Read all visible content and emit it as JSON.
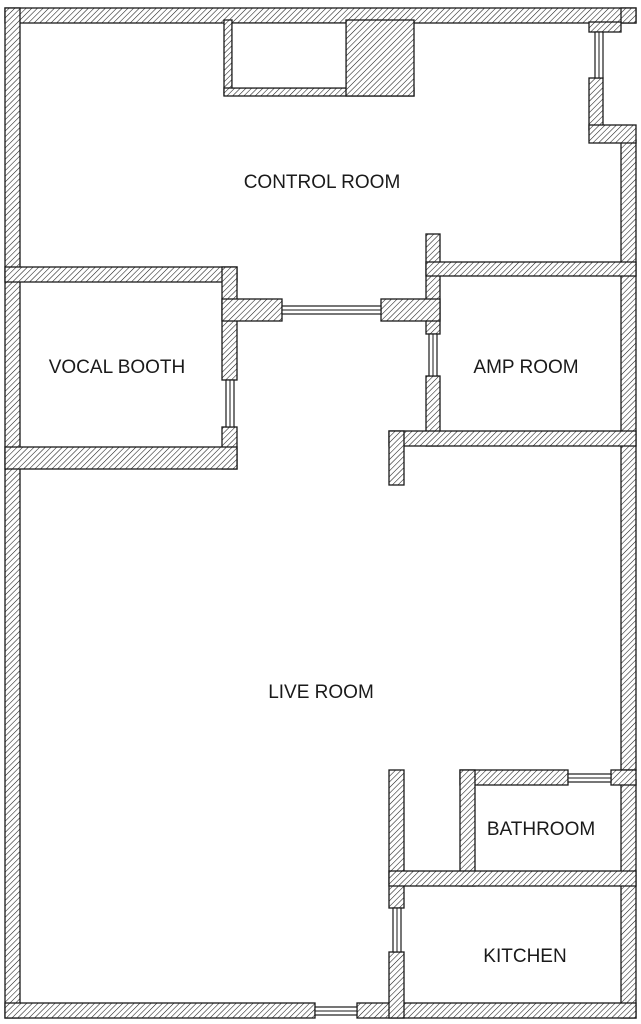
{
  "rooms": {
    "control_room": "CONTROL ROOM",
    "vocal_booth": "VOCAL BOOTH",
    "amp_room": "AMP ROOM",
    "live_room": "LIVE ROOM",
    "bathroom": "BATHROOM",
    "kitchen": "KITCHEN"
  },
  "colors": {
    "wall_line": "#1a1a1a",
    "background": "#ffffff"
  }
}
